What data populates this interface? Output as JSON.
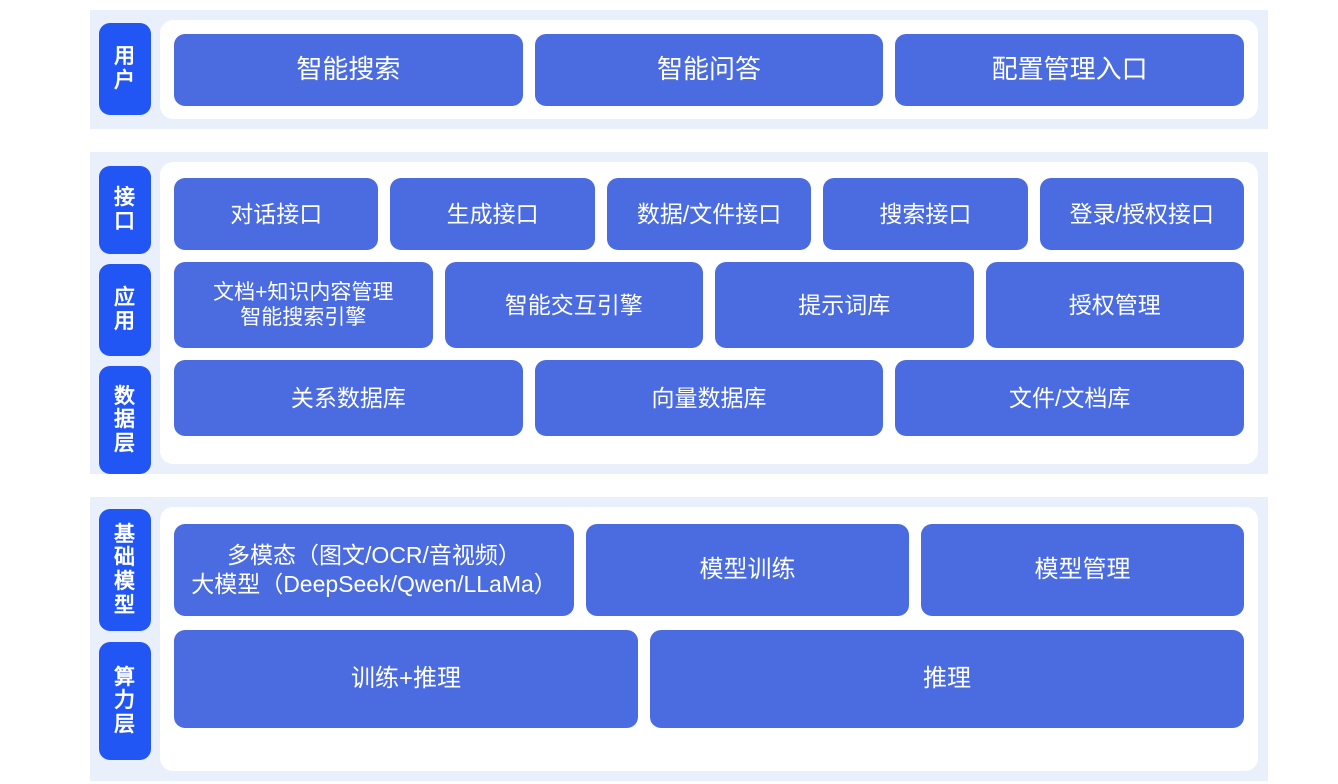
{
  "colors": {
    "box_blue": "#4A6CE0",
    "tab_blue": "#2156F5",
    "band_bg": "#EAF0FB",
    "panel_bg": "#FFFFFF",
    "page_bg": "#FFFFFF",
    "text_on_blue": "#FFFFFF"
  },
  "sections": [
    {
      "id": "user",
      "tabs": [
        {
          "label": "用户"
        }
      ],
      "rows": [
        {
          "id": "user-entries",
          "boxes": [
            {
              "label": "智能搜索"
            },
            {
              "label": "智能问答"
            },
            {
              "label": "配置管理入口"
            }
          ]
        }
      ]
    },
    {
      "id": "middle",
      "tabs": [
        {
          "label": "接口"
        },
        {
          "label": "应用"
        },
        {
          "label": "数据层"
        }
      ],
      "rows": [
        {
          "id": "interface",
          "boxes": [
            {
              "label": "对话接口"
            },
            {
              "label": "生成接口"
            },
            {
              "label": "数据/文件接口"
            },
            {
              "label": "搜索接口"
            },
            {
              "label": "登录/授权接口"
            }
          ]
        },
        {
          "id": "application",
          "boxes": [
            {
              "label": "文档+知识内容管理\n智能搜索引擎"
            },
            {
              "label": "智能交互引擎"
            },
            {
              "label": "提示词库"
            },
            {
              "label": "授权管理"
            }
          ]
        },
        {
          "id": "data",
          "boxes": [
            {
              "label": "关系数据库"
            },
            {
              "label": "向量数据库"
            },
            {
              "label": "文件/文档库"
            }
          ]
        }
      ]
    },
    {
      "id": "base",
      "tabs": [
        {
          "label": "基础模型"
        },
        {
          "label": "算力层"
        }
      ],
      "rows": [
        {
          "id": "models",
          "boxes": [
            {
              "label": "多模态（图文/OCR/音视频）\n大模型（DeepSeek/Qwen/LLaMa）"
            },
            {
              "label": "模型训练"
            },
            {
              "label": "模型管理"
            }
          ]
        },
        {
          "id": "compute",
          "boxes": [
            {
              "label": "训练+推理"
            },
            {
              "label": "推理"
            }
          ]
        }
      ]
    }
  ]
}
